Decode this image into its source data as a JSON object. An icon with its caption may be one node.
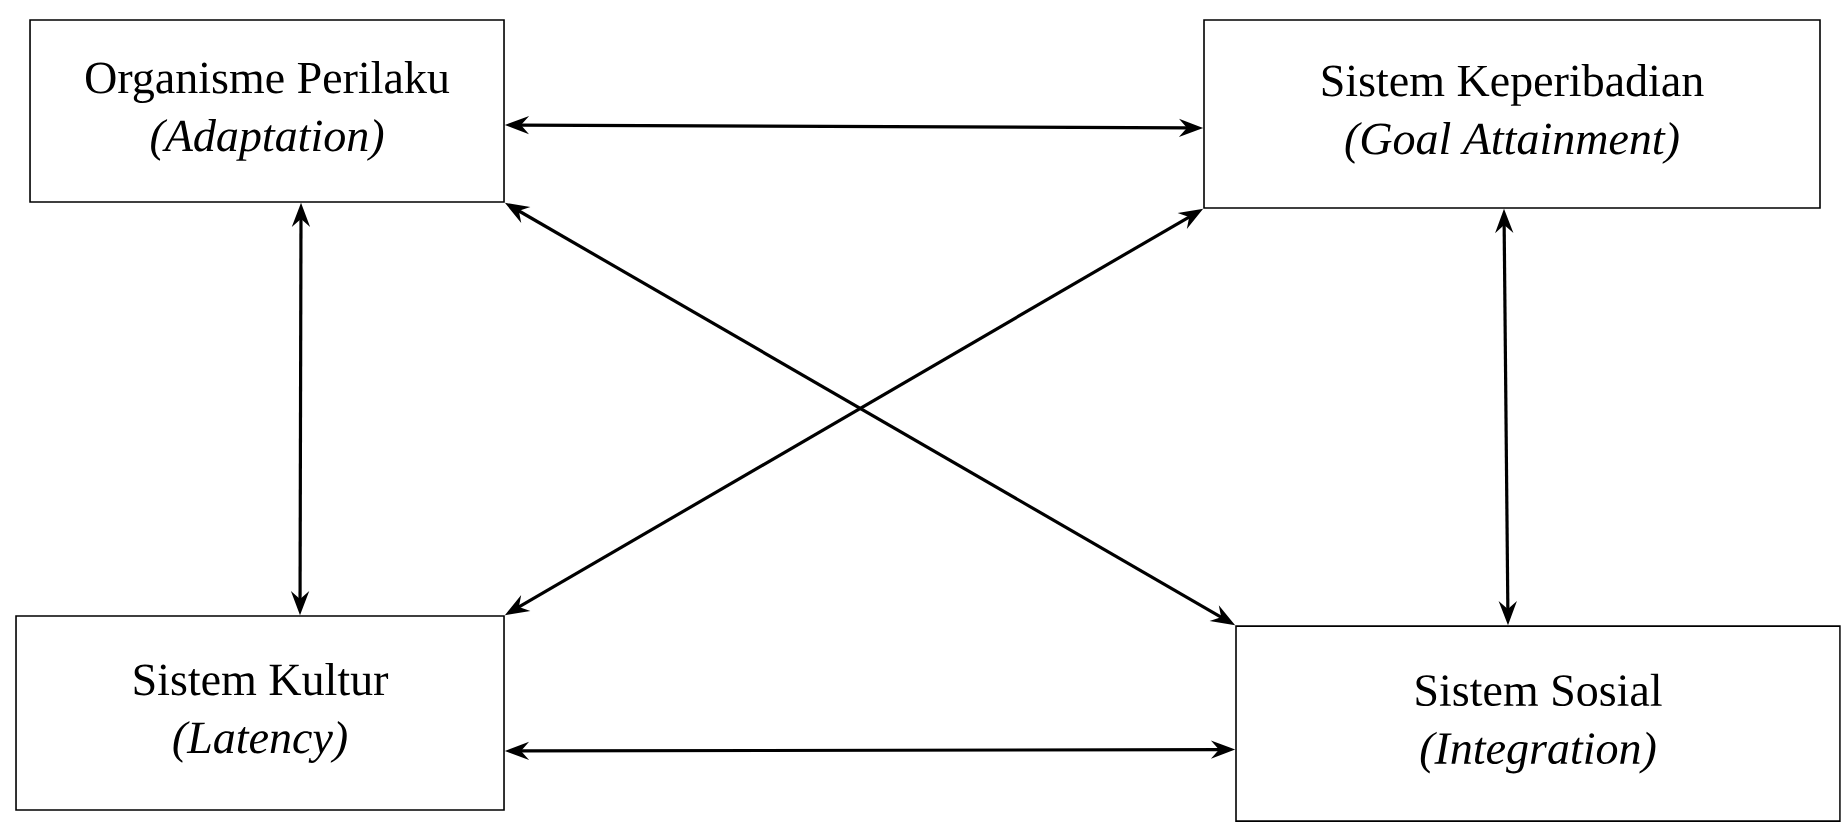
{
  "diagram": {
    "nodes": [
      {
        "text": [
          "Organisme Perilaku",
          "(Adaptation)"
        ]
      },
      {
        "text": [
          "Sistem Keperibadian",
          "(Goal Attainment)"
        ]
      },
      {
        "text": [
          "Sistem Kultur",
          "(Latency)"
        ]
      },
      {
        "text": [
          "Sistem Sosial",
          "(Integration)"
        ]
      }
    ],
    "edges": [
      {
        "from": 0,
        "to": 1,
        "arrow": "both"
      },
      {
        "from": 0,
        "to": 2,
        "arrow": "both"
      },
      {
        "from": 1,
        "to": 3,
        "arrow": "both"
      },
      {
        "from": 0,
        "to": 3,
        "arrow": "both"
      },
      {
        "from": 1,
        "to": 2,
        "arrow": "both"
      },
      {
        "from": 2,
        "to": 3,
        "arrow": "both"
      }
    ]
  }
}
